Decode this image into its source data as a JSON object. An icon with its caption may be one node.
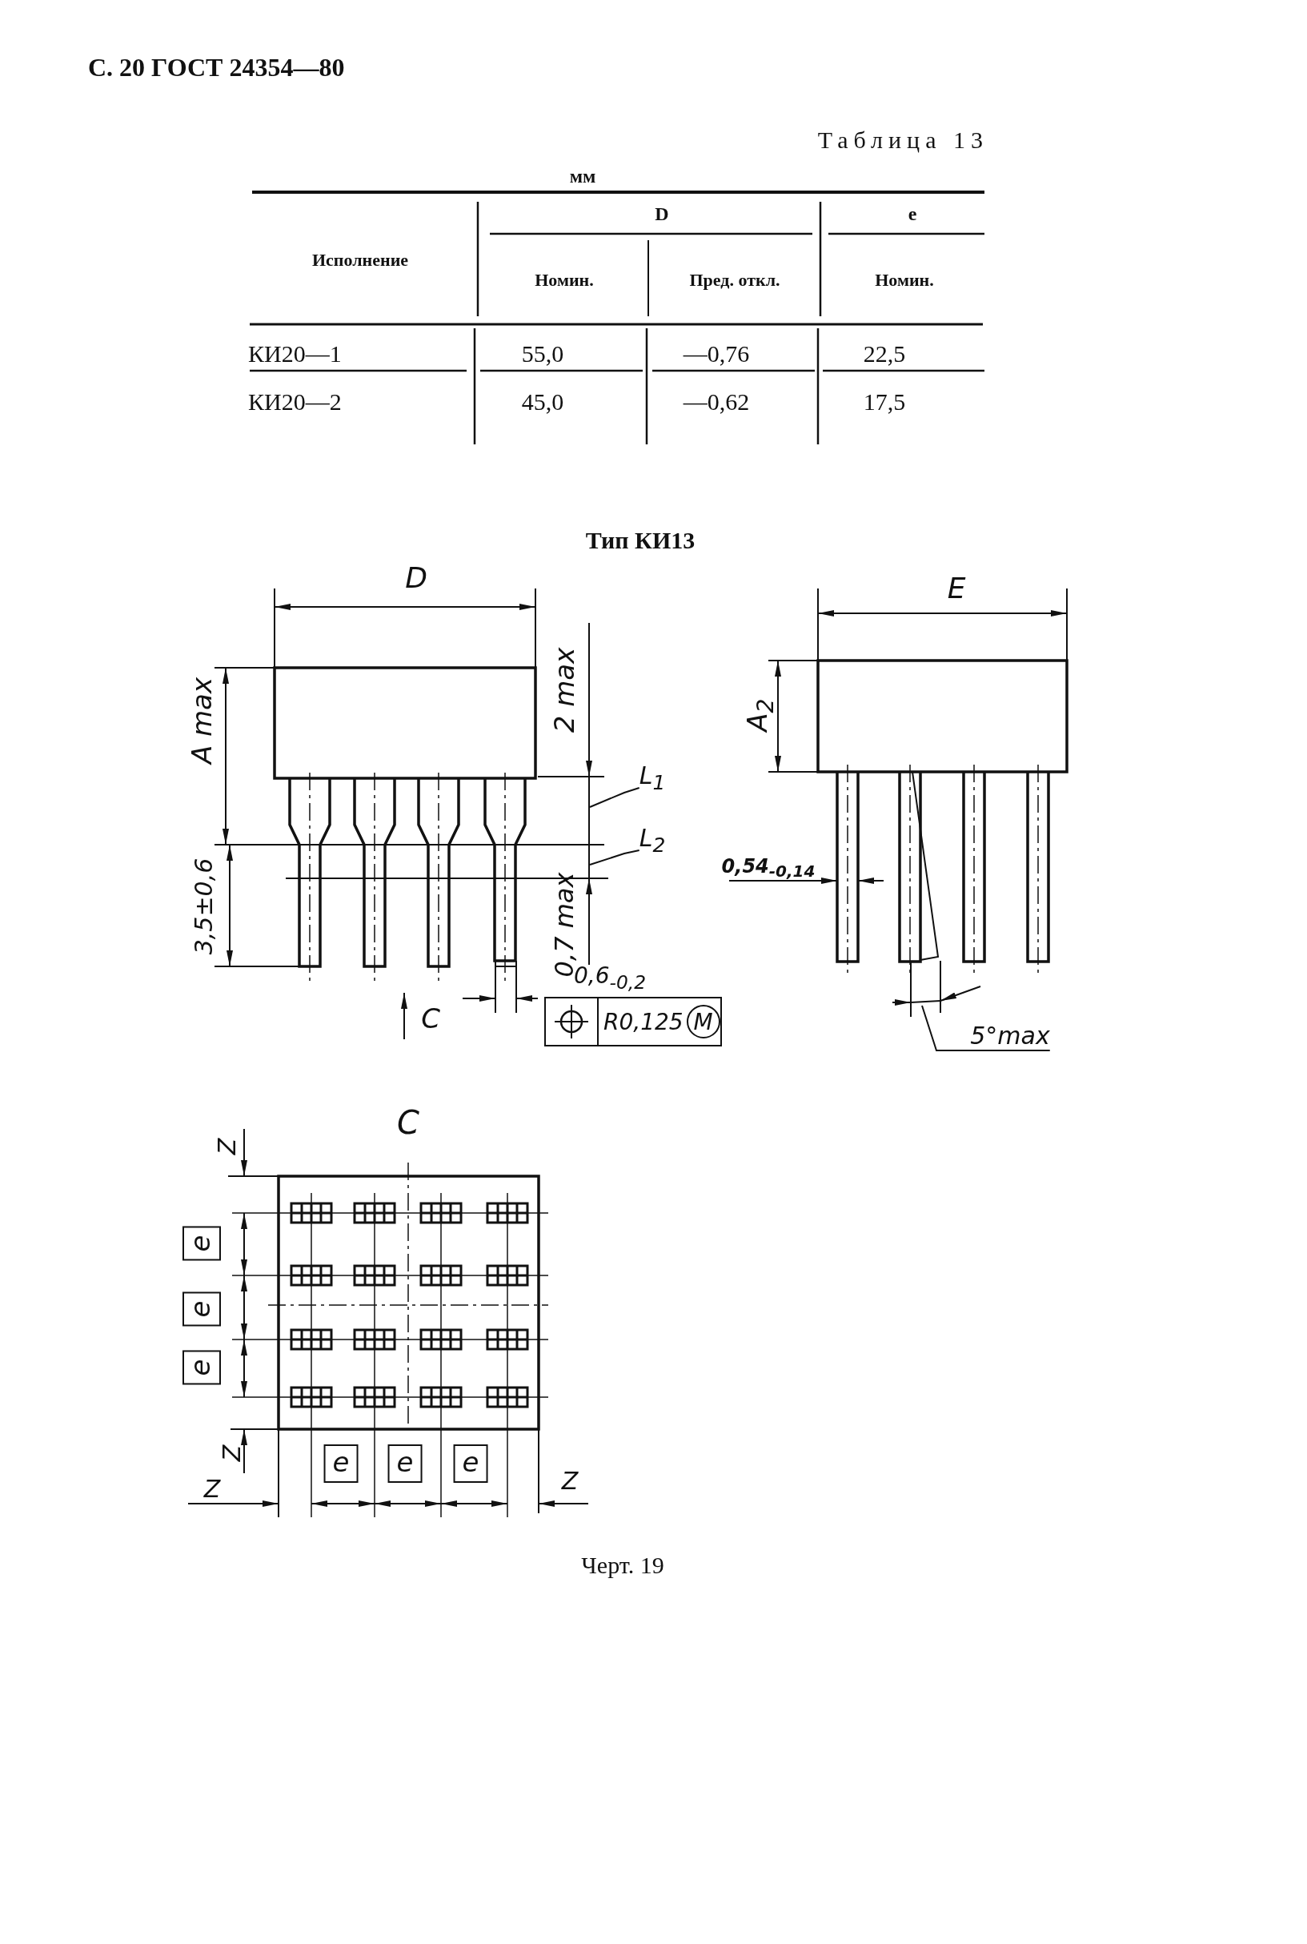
{
  "diagram": {
    "title": "Тип КИ13",
    "caption": "Черт. 19",
    "nodes": [
      {
        "text": [
          "L$_{1}$"
        ]
      },
      {
        "text": [
          "L$_{2}$"
        ]
      },
      {
        "text": [
          "5°max"
        ]
      },
      {
        "text": [
          "R0,125",
          "M"
        ]
      },
      {
        "text": [],
        "shape": "bar"
      },
      {
        "text": [],
        "shape": "bar"
      }
    ],
    "edges": [
      {
        "from": 0,
        "to": 4,
        "arrow": "none"
      },
      {
        "from": 1,
        "to": 5,
        "arrow": "none"
      },
      {
        "from": 2,
        "to": null,
        "arrow": "none"
      }
    ],
    "labels": [
      "С. 20 ГОСТ 24354—80",
      "Таблица 13",
      "мм",
      "Исполнение",
      "D",
      "e",
      "Номин.",
      "Пред. откл.",
      "Номин.",
      "КИ20—1",
      "55,0",
      "—0,76",
      "22,5",
      "КИ20—2",
      "45,0",
      "—0,62",
      "17,5",
      "D",
      "E",
      "A max",
      "2 max",
      "A$_{2}$",
      "3,5±0,6",
      "0,7 max",
      "0,54$_{-0,14}$",
      "0,6$_{-0,2}$",
      "C",
      "C",
      "Z",
      "e",
      "e",
      "e",
      "Z",
      "e",
      "e",
      "e",
      "Z",
      "Z"
    ]
  }
}
